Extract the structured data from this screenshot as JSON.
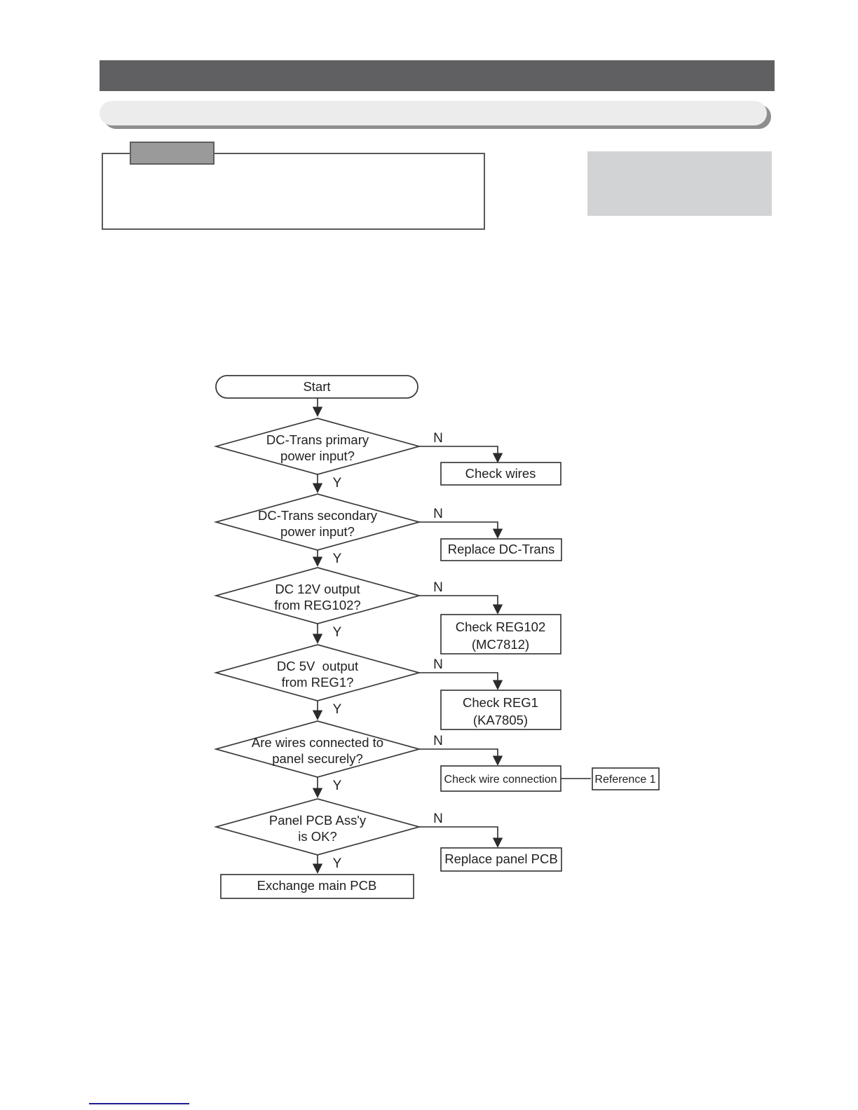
{
  "colors": {
    "header_bar": "#606062",
    "title_pill": "#ececec",
    "pill_shadow": "#8e8e8e",
    "note_tab_fill": "#9a9a9a",
    "note_tab_border": "#5f5f5f",
    "note_box_border": "#58595b",
    "right_panel": "#d2d3d5",
    "flowchart_ink": "#1f1f1f",
    "footer_line": "#1c1c94"
  },
  "flowchart": {
    "start_label": "Start",
    "no_label": "N",
    "yes_label": "Y",
    "steps": [
      {
        "question_line1": "DC-Trans primary",
        "question_line2": "power input?",
        "action_line1": "Check wires"
      },
      {
        "question_line1": "DC-Trans secondary",
        "question_line2": "power input?",
        "action_line1": "Replace DC-Trans"
      },
      {
        "question_line1": "DC 12V output",
        "question_line2": "from REG102?",
        "action_line1": "Check REG102",
        "action_line2": "(MC7812)"
      },
      {
        "question_line1": "DC 5V  output",
        "question_line2": "from REG1?",
        "action_line1": "Check REG1",
        "action_line2": "(KA7805)"
      },
      {
        "question_line1": "Are wires connected to",
        "question_line2": "panel securely?",
        "action_line1": "Check wire connection",
        "reference": "Reference 1"
      },
      {
        "question_line1": "Panel PCB Ass'y",
        "question_line2": "is OK?",
        "action_line1": "Replace panel PCB"
      }
    ],
    "final_action": "Exchange main PCB"
  }
}
